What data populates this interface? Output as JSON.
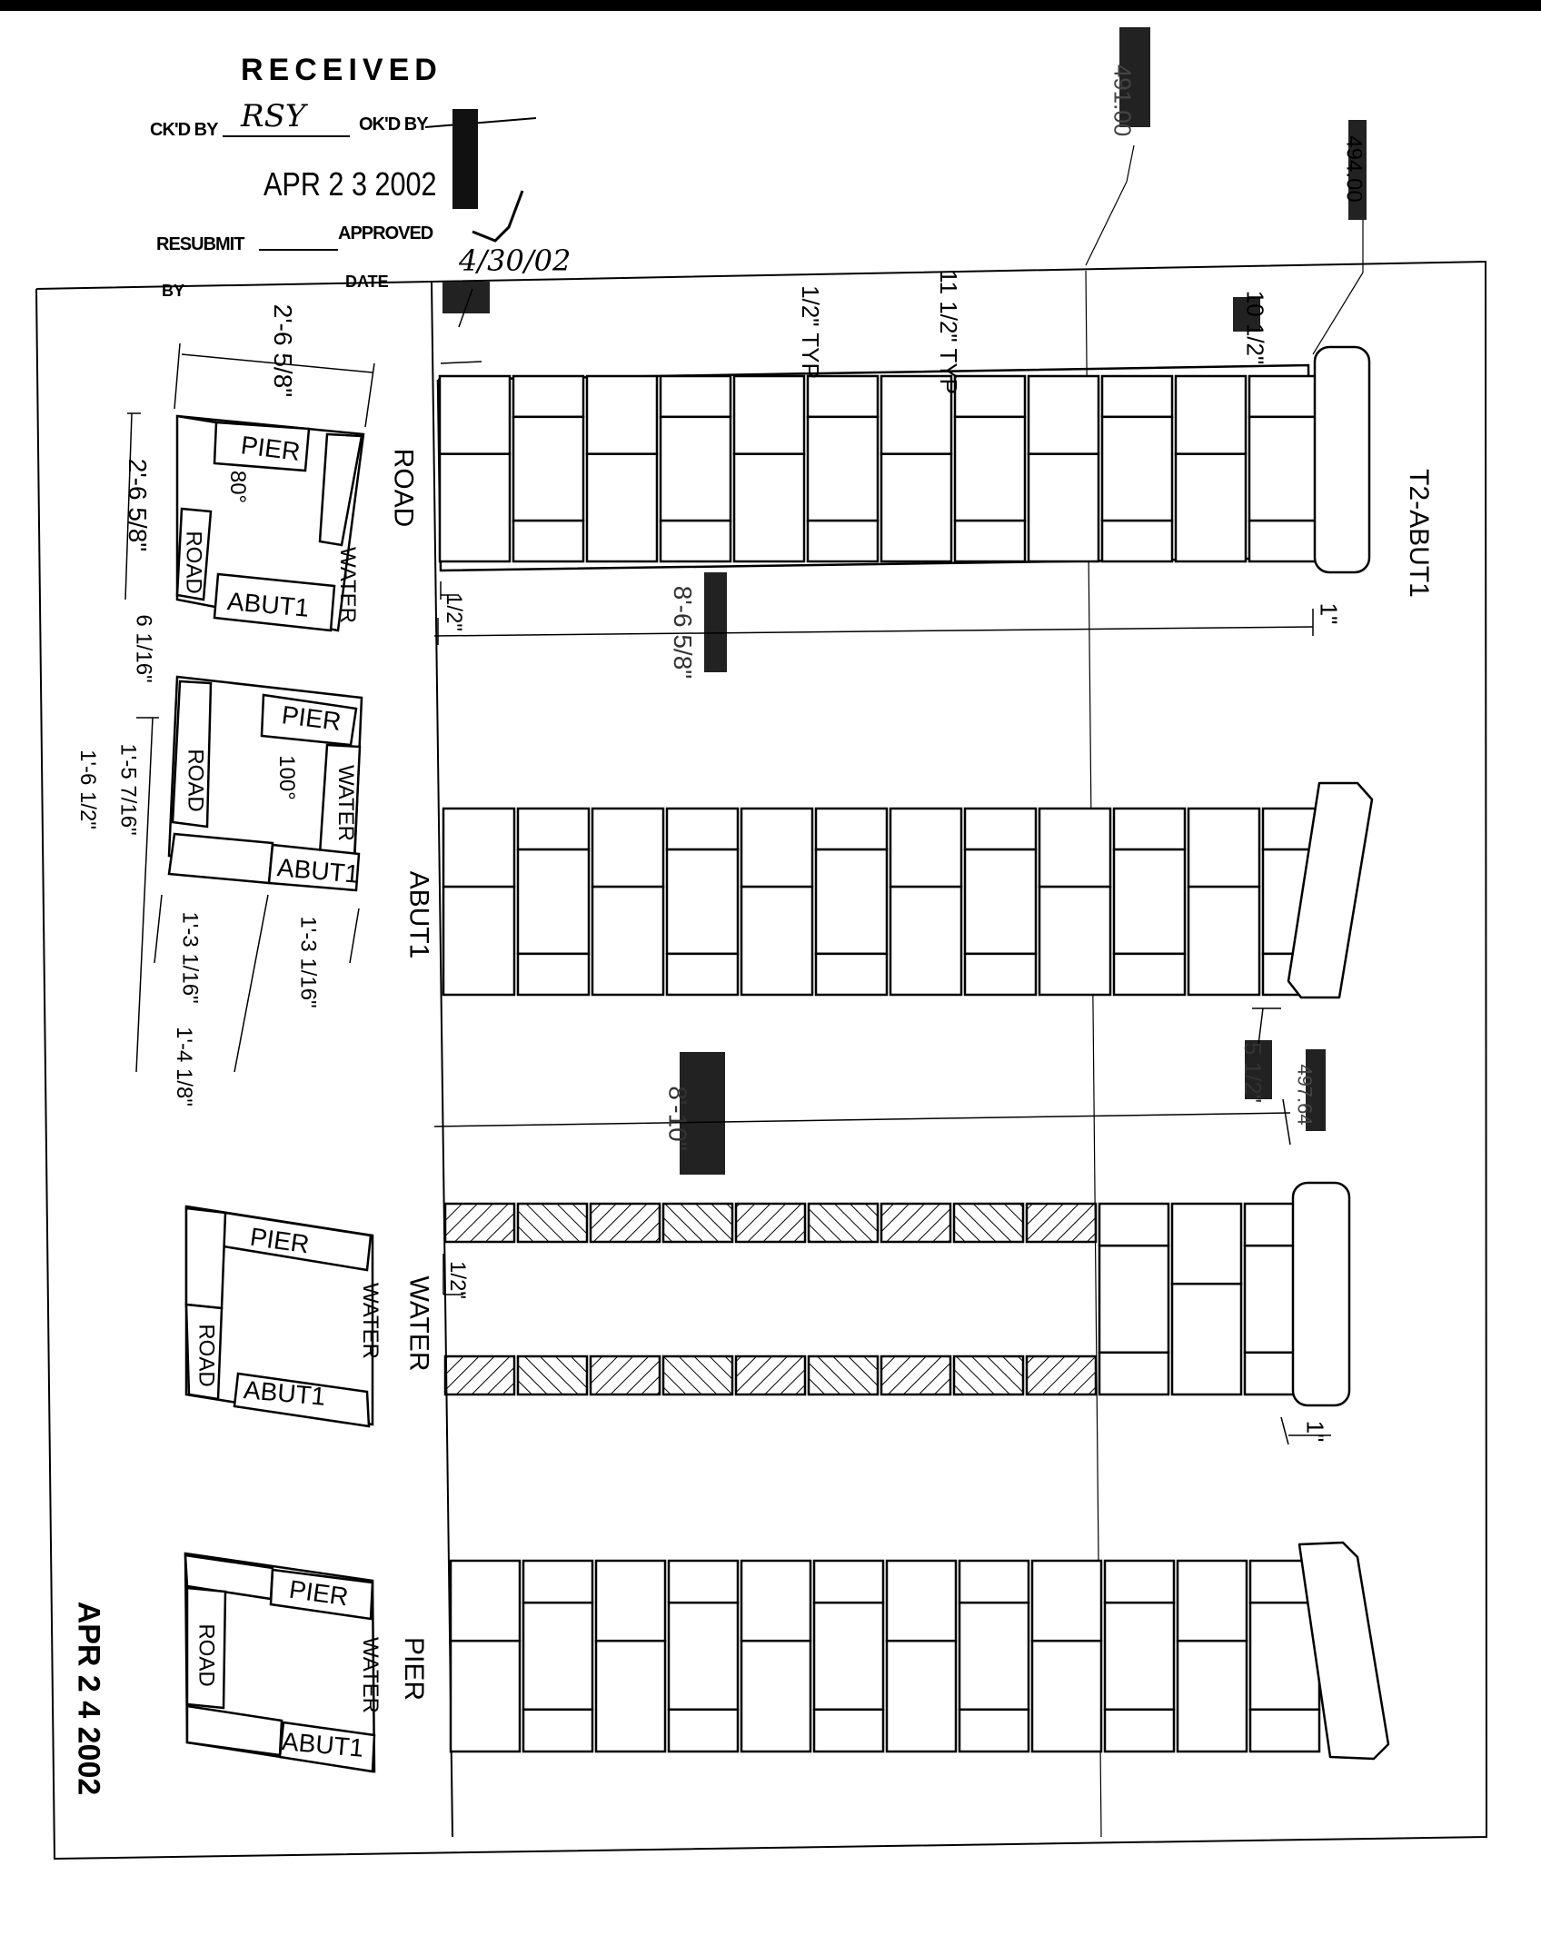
{
  "stamp": {
    "received": "RECEIVED",
    "ckd_by_label": "CK'D BY",
    "ckd_by_value": "RSY",
    "okd_by_label": "OK'D BY",
    "date": "APR 2 3 2002",
    "resubmit_label": "RESUBMIT",
    "approved_label": "APPROVED",
    "approved_date": "4/30/02",
    "by_label": "BY",
    "date_label": "DATE"
  },
  "bottom_stamp": "APR 2 4 2002",
  "elevations": {
    "e1": "491.00",
    "e2": "494.00",
    "e3": "497.64"
  },
  "dimensions": {
    "typ_half": "1/2\" TYP",
    "typ_eleven": "11 1/2\" TYP",
    "ten_half": "10 1/2\"",
    "half_a": "1/2\"",
    "one_a": "1\"",
    "overall_1": "8'-6 5/8\"",
    "plan_top": "2'-6 5/8\"",
    "plan_side": "2'-6 5/8\"",
    "angle_80": "80°",
    "angle_100": "100°",
    "d_6_1_16": "6 1/16\"",
    "d_1_5_7_16": "1'-5 7/16\"",
    "d_1_6_1_2": "1'-6 1/2\"",
    "d_1_3_1_16_a": "1'-3 1/16\"",
    "d_1_3_1_16_b": "1'-3 1/16\"",
    "d_1_4_1_8": "1'-4 1/8\"",
    "d_5_1_2": "5 1/2\"",
    "overall_2": "8'-10\"",
    "half_b": "1/2\"",
    "one_b": "1\""
  },
  "panels": [
    {
      "id": "road",
      "label": "ROAD",
      "cap": "T2-ABUT1"
    },
    {
      "id": "abut1",
      "label": "ABUT1",
      "cap": ""
    },
    {
      "id": "water",
      "label": "WATER",
      "cap": ""
    },
    {
      "id": "pier",
      "label": "PIER",
      "cap": ""
    }
  ],
  "key_plans": [
    {
      "id": "k1",
      "pier": "PIER",
      "road": "ROAD",
      "water": "WATER",
      "abut": "ABUT1"
    },
    {
      "id": "k2",
      "pier": "PIER",
      "road": "ROAD",
      "water": "WATER",
      "abut": "ABUT1"
    },
    {
      "id": "k3",
      "pier": "PIER",
      "road": "ROAD",
      "water": "WATER",
      "abut": "ABUT1"
    },
    {
      "id": "k4",
      "pier": "PIER",
      "road": "ROAD",
      "water": "WATER",
      "abut": "ABUT1"
    }
  ]
}
